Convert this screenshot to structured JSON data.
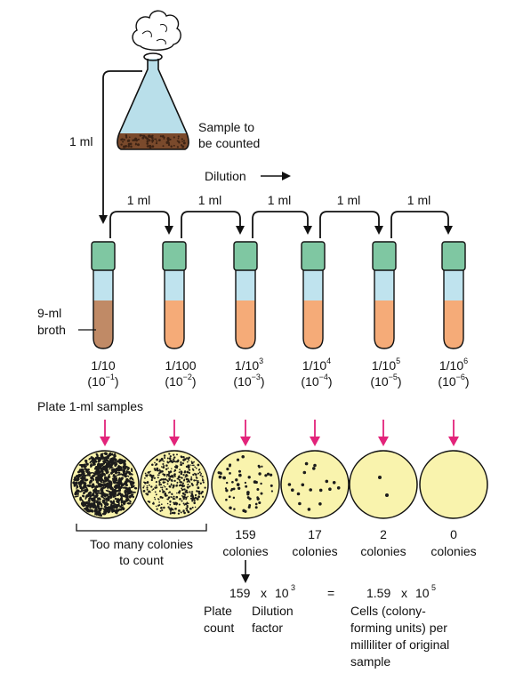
{
  "colors": {
    "flask_liquid": "#b9dfea",
    "sediment": "#7a4a2c",
    "sediment_dots": "#3d2314",
    "tube_cap": "#7fc7a2",
    "tube_liquid": "#bfe3ee",
    "broth_first": "#c08a66",
    "broth": "#f5ab78",
    "plate_fill": "#f9f3ad",
    "arrow_pink": "#e2237a",
    "stroke": "#111111"
  },
  "flask": {
    "cotton_plug_icon": "cotton-plug",
    "sample_label_line1": "Sample to",
    "sample_label_line2": "be counted",
    "transfer_label": "1 ml"
  },
  "dilution": {
    "label": "Dilution"
  },
  "transfers": [
    "1 ml",
    "1 ml",
    "1 ml",
    "1 ml",
    "1 ml"
  ],
  "broth_label_line1": "9-ml",
  "broth_label_line2": "broth",
  "tubes": [
    {
      "fraction": "1/10",
      "sci_base": "(10",
      "sci_exp": "−1",
      "sci_close": ")"
    },
    {
      "fraction": "1/100",
      "sci_base": "(10",
      "sci_exp": "−2",
      "sci_close": ")"
    },
    {
      "fraction_base": "1/10",
      "fraction_exp": "3",
      "sci_base": "(10",
      "sci_exp": "−3",
      "sci_close": ")"
    },
    {
      "fraction_base": "1/10",
      "fraction_exp": "4",
      "sci_base": "(10",
      "sci_exp": "−4",
      "sci_close": ")"
    },
    {
      "fraction_base": "1/10",
      "fraction_exp": "5",
      "sci_base": "(10",
      "sci_exp": "−5",
      "sci_close": ")"
    },
    {
      "fraction_base": "1/10",
      "fraction_exp": "6",
      "sci_base": "(10",
      "sci_exp": "−6",
      "sci_close": ")"
    }
  ],
  "plate_label": "Plate 1-ml samples",
  "plates": [
    {
      "colonies": "many"
    },
    {
      "colonies": "many"
    },
    {
      "count": "159",
      "unit": "colonies"
    },
    {
      "count": "17",
      "unit": "colonies"
    },
    {
      "count": "2",
      "unit": "colonies"
    },
    {
      "count": "0",
      "unit": "colonies"
    }
  ],
  "too_many_line1": "Too many colonies",
  "too_many_line2": "to count",
  "calculation": {
    "plate_count": "159",
    "times": "x",
    "dilution_base": "10",
    "dilution_exp": "3",
    "equals": "=",
    "result_mantissa": "1.59",
    "result_times": "x",
    "result_base": "10",
    "result_exp": "5",
    "plate_label_line1": "Plate",
    "plate_label_line2": "count",
    "dilution_label_line1": "Dilution",
    "dilution_label_line2": "factor",
    "result_line1": "Cells (colony-",
    "result_line2": "forming units) per",
    "result_line3": "milliliter of original",
    "result_line4": "sample"
  }
}
